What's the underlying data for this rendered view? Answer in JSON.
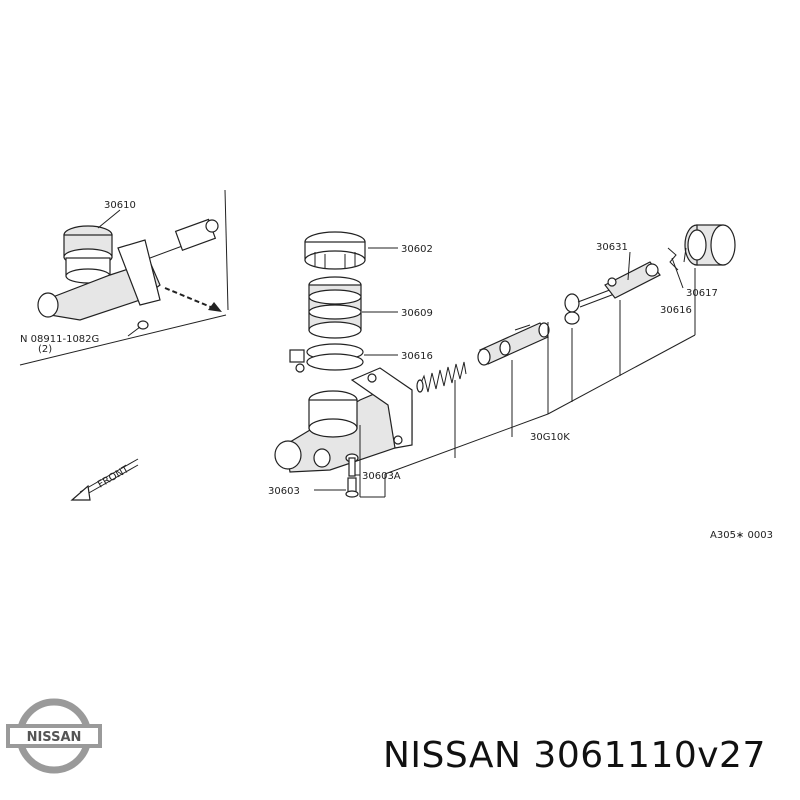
{
  "diagram": {
    "inset": {
      "assembly_label": "30610",
      "bolt_label": "N 08911-1082G",
      "bolt_qty": "(2)"
    },
    "parts": {
      "cap": "30602",
      "reservoir": "30609",
      "clamp": "30616",
      "yoke": "30631",
      "boot": "30617",
      "boot_clamp": "30616",
      "repair_kit": "30G10K",
      "pin": "30603A",
      "bleeder": "30603"
    },
    "front_label": "FRONT",
    "figure_code": "A305∗ 0003"
  },
  "brand": {
    "logo_text": "NISSAN",
    "part_number_text": "NISSAN 3061110v27"
  }
}
